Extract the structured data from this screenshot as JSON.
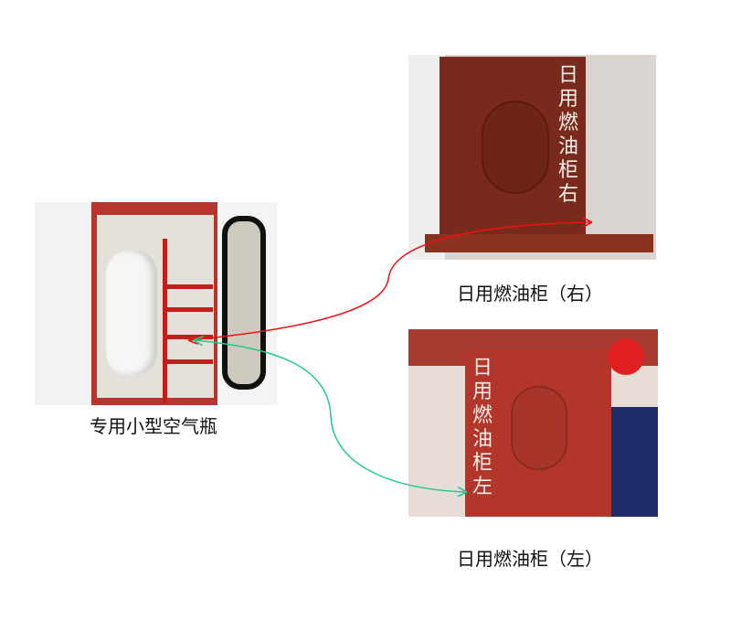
{
  "captions": {
    "air_bottle": "专用小型空气瓶",
    "tank_right": "日用燃油柜（右）",
    "tank_left": "日用燃油柜（左）"
  },
  "photo_labels": {
    "tank_right": "日用燃油柜右",
    "tank_left": "日用燃油柜左"
  },
  "colors": {
    "link_right": "#ee1111",
    "link_left": "#1ecb8e"
  }
}
